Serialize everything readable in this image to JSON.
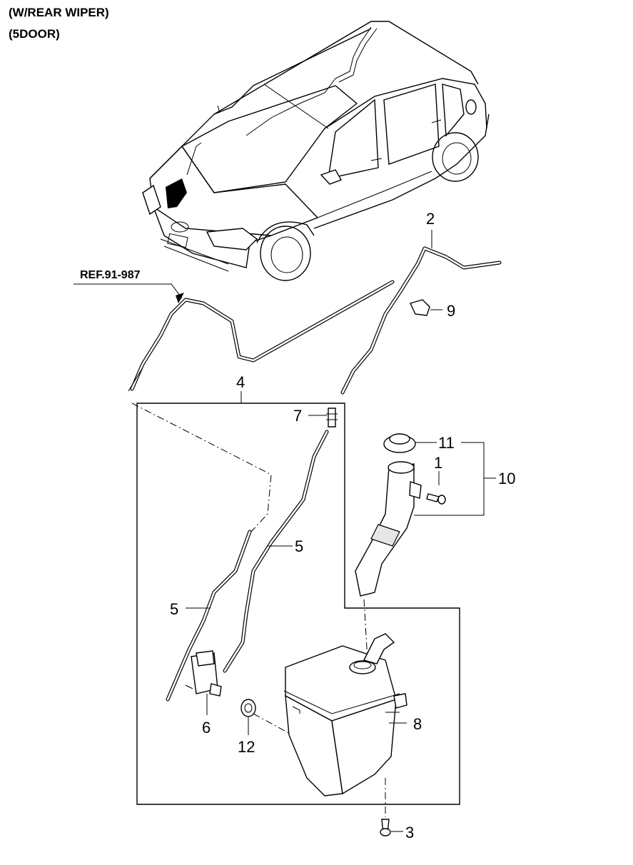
{
  "header": {
    "line1": "(W/REAR WIPER)",
    "line2": "(5DOOR)"
  },
  "reference": "REF.91-987",
  "callouts": {
    "p1": "1",
    "p2": "2",
    "p3": "3",
    "p4": "4",
    "p5a": "5",
    "p5b": "5",
    "p6": "6",
    "p7": "7",
    "p8": "8",
    "p9": "9",
    "p10": "10",
    "p11": "11",
    "p12": "12"
  }
}
